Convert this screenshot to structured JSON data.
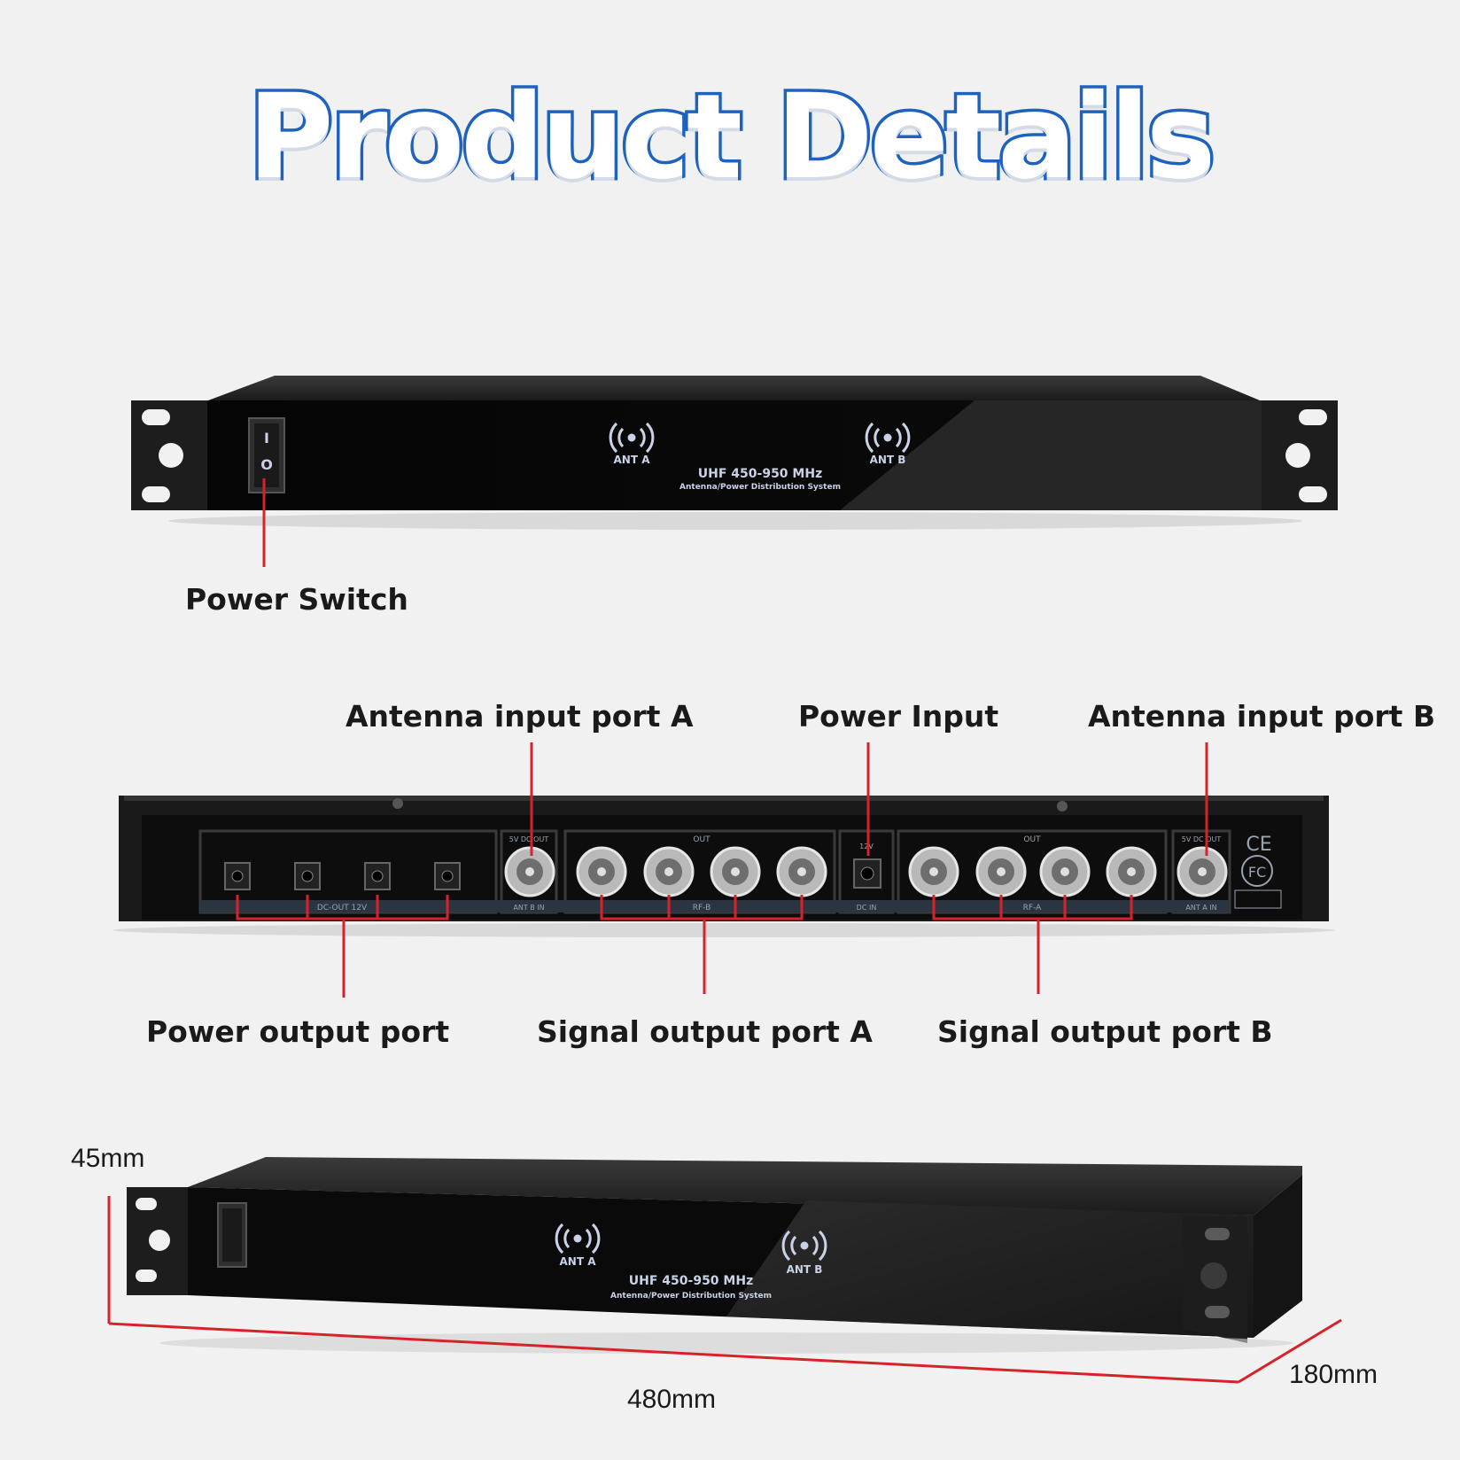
{
  "title": "Product Details",
  "front_panel": {
    "model": "UHF 450-950 MHz",
    "subtitle": "Antenna/Power Distribution System",
    "ant_a": "ANT A",
    "ant_b": "ANT B",
    "switch_on": "I",
    "switch_off": "O",
    "icons": [
      "antenna-signal-icon",
      "power-rocker-switch"
    ]
  },
  "callouts": {
    "power_switch": "Power Switch",
    "antenna_input_a": "Antenna input port A",
    "power_input": "Power Input",
    "antenna_input_b": "Antenna input port B",
    "power_output": "Power output port",
    "signal_output_a": "Signal output port A",
    "signal_output_b": "Signal output port B"
  },
  "rear_panel": {
    "dc_out_label": "DC-OUT 12V",
    "dc_out_header": "5V DC OUT",
    "out_label": "OUT",
    "rf_b": "RF-B",
    "rf_a": "RF-A",
    "ant_b_in": "ANT B IN",
    "ant_a_in": "ANT A IN",
    "dc_in": "DC IN",
    "dc_in_spec": "12V",
    "ce": "CE",
    "fc": "FC"
  },
  "dimensions": {
    "height": "45mm",
    "width": "480mm",
    "depth": "180mm"
  },
  "colors": {
    "title_outline": "#1c62be",
    "callout_line": "#d8222a",
    "device": "#111111"
  }
}
